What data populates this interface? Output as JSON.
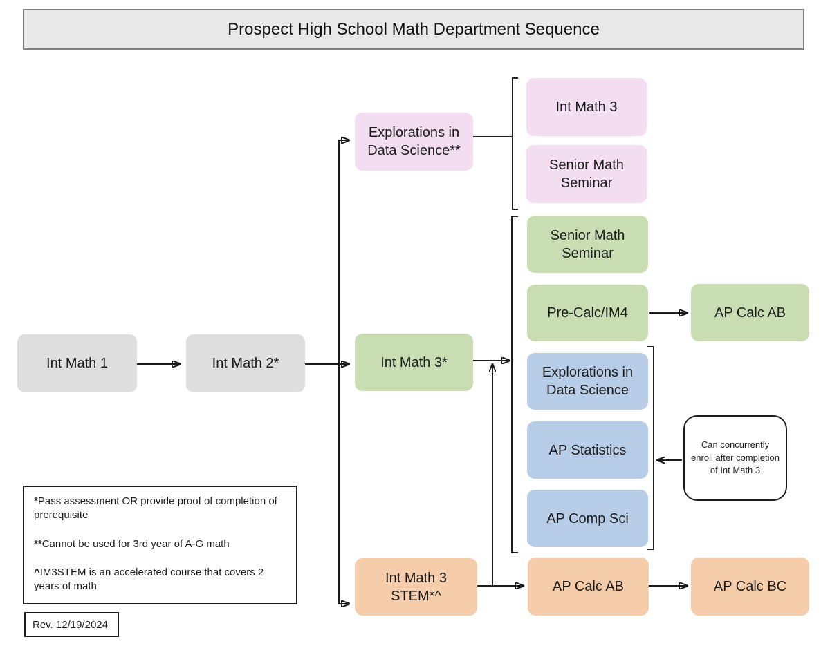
{
  "title": "Prospect High School Math Department Sequence",
  "palette": {
    "gray": "#dedede",
    "pink": "#f2def0",
    "green": "#c8deb2",
    "blue": "#b8cee8",
    "orange": "#f5cdaa",
    "line": "#1c1c1c",
    "title_bar_bg": "#e9e9e9",
    "title_bar_border": "#7f7f7f"
  },
  "nodes": {
    "int_math_1": {
      "label": "Int Math 1",
      "color": "gray"
    },
    "int_math_2": {
      "label": "Int Math 2*",
      "color": "gray"
    },
    "eds_footnoted": {
      "label": "Explorations in Data Science**",
      "color": "pink"
    },
    "int_math_3_pink": {
      "label": "Int Math 3",
      "color": "pink"
    },
    "senior_math_seminar_pink": {
      "label": "Senior Math Seminar",
      "color": "pink"
    },
    "int_math_3_star": {
      "label": "Int Math 3*",
      "color": "green"
    },
    "senior_math_seminar_green": {
      "label": "Senior Math Seminar",
      "color": "green"
    },
    "pre_calc_im4": {
      "label": "Pre-Calc/IM4",
      "color": "green"
    },
    "ap_calc_ab_green": {
      "label": "AP Calc AB",
      "color": "green"
    },
    "eds_blue": {
      "label": "Explorations in Data Science",
      "color": "blue"
    },
    "ap_statistics": {
      "label": "AP Statistics",
      "color": "blue"
    },
    "ap_comp_sci": {
      "label": "AP Comp Sci",
      "color": "blue"
    },
    "int_math_3_stem": {
      "label": "Int Math 3 STEM*^",
      "color": "orange"
    },
    "ap_calc_ab_orange": {
      "label": "AP Calc AB",
      "color": "orange"
    },
    "ap_calc_bc": {
      "label": "AP Calc BC",
      "color": "orange"
    }
  },
  "callout": {
    "text": "Can concurrently enroll after completion of Int Math 3"
  },
  "footnotes": [
    {
      "marker": "*",
      "text": "Pass assessment OR provide proof of completion of prerequisite"
    },
    {
      "marker": "**",
      "text": "Cannot be used for 3rd year of A-G math"
    },
    {
      "marker": "^",
      "text": "IM3STEM is an accelerated course that covers 2 years of math"
    }
  ],
  "revision": "Rev. 12/19/2024"
}
